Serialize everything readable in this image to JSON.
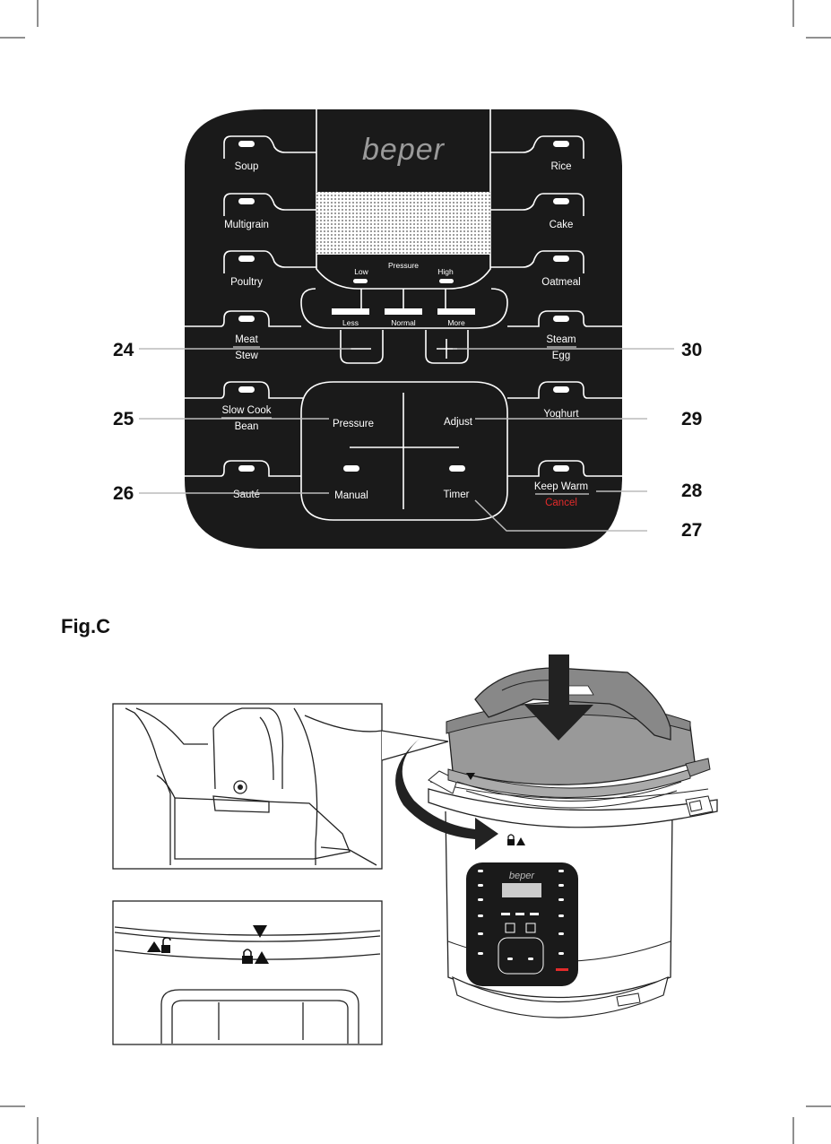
{
  "brand": "beper",
  "panel_buttons": {
    "soup": "Soup",
    "multigrain": "Multigrain",
    "poultry": "Poultry",
    "meat": "Meat",
    "stew": "Stew",
    "slow_cook": "Slow Cook",
    "bean": "Bean",
    "saute": "Sauté",
    "rice": "Rice",
    "cake": "Cake",
    "oatmeal": "Oatmeal",
    "steam": "Steam",
    "egg": "Egg",
    "yoghurt": "Yoghurt",
    "keep_warm": "Keep Warm",
    "cancel": "Cancel"
  },
  "pressure_indicator": {
    "title": "Pressure",
    "low": "Low",
    "high": "High",
    "less": "Less",
    "normal": "Normal",
    "more": "More"
  },
  "center_buttons": {
    "pressure": "Pressure",
    "adjust": "Adjust",
    "manual": "Manual",
    "timer": "Timer"
  },
  "callouts": {
    "c24": "24",
    "c25": "25",
    "c26": "26",
    "c27": "27",
    "c28": "28",
    "c29": "29",
    "c30": "30"
  },
  "figure_label": "Fig.C",
  "colors": {
    "panel": "#1a1a1a",
    "text": "#ffffff",
    "cancel": "#e32b2b",
    "callout_line": "#bbbbbb"
  }
}
